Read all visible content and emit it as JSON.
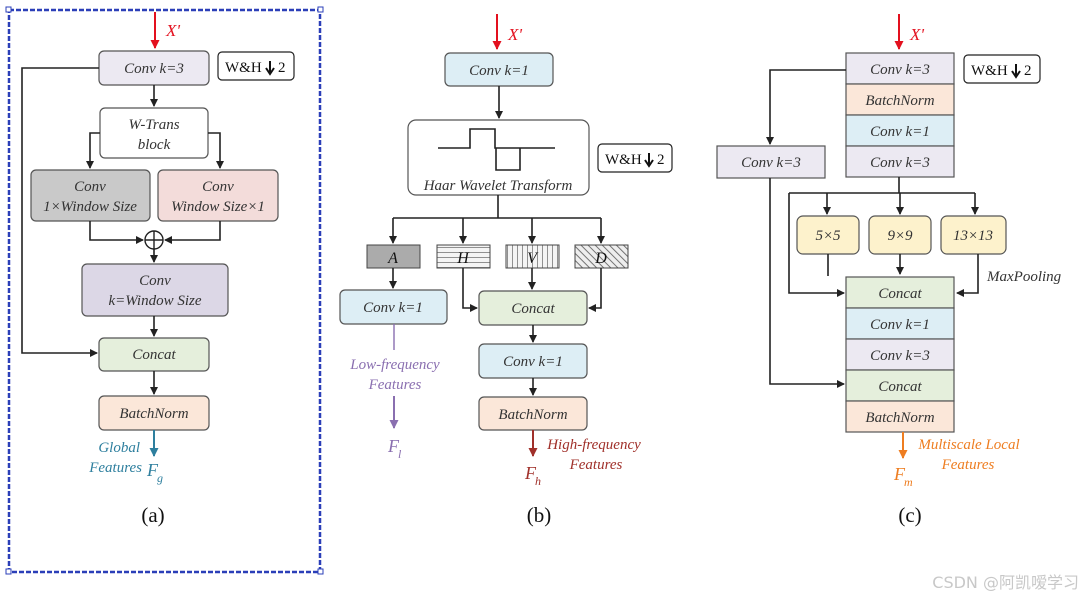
{
  "input_symbol": "X'",
  "downsample_label": "W&H",
  "downsample_factor": "2",
  "panel_a": {
    "caption": "(a)",
    "conv_k3": "Conv k=3",
    "wtrans_line1": "W-Trans",
    "wtrans_line2": "block",
    "conv_1xw_line1": "Conv",
    "conv_1xw_line2": "1×Window Size",
    "conv_wx1_line1": "Conv",
    "conv_wx1_line2": "Window Size×1",
    "conv_kw_line1": "Conv",
    "conv_kw_line2": "k=Window Size",
    "concat": "Concat",
    "batchnorm": "BatchNorm",
    "out_label_line1": "Global",
    "out_label_line2": "Features",
    "out_symbol": "F",
    "out_sub": "g"
  },
  "panel_b": {
    "caption": "(b)",
    "conv_k1_top": "Conv k=1",
    "haar": "Haar Wavelet Transform",
    "subbands": [
      "A",
      "H",
      "V",
      "D"
    ],
    "conv_k1_low": "Conv k=1",
    "concat": "Concat",
    "conv_k1_high": "Conv k=1",
    "batchnorm": "BatchNorm",
    "low_label_line1": "Low-frequency",
    "low_label_line2": "Features",
    "low_symbol": "F",
    "low_sub": "l",
    "high_label_line1": "High-frequency",
    "high_label_line2": "Features",
    "high_symbol": "F",
    "high_sub": "h"
  },
  "panel_c": {
    "caption": "(c)",
    "stack_top": [
      "Conv k=3",
      "BatchNorm",
      "Conv k=1",
      "Conv k=3"
    ],
    "side_conv": "Conv k=3",
    "pools": [
      "5×5",
      "9×9",
      "13×13"
    ],
    "maxpooling": "MaxPooling",
    "stack_bottom": [
      "Concat",
      "Conv k=1",
      "Conv k=3",
      "Concat",
      "BatchNorm"
    ],
    "out_label_line1": "Multiscale Local",
    "out_label_line2": "Features",
    "out_symbol": "F",
    "out_sub": "m"
  },
  "watermark": "CSDN @阿凯嗳学习",
  "colors": {
    "lavender": "#ECE9F2",
    "peach": "#FBE7D9",
    "lightblue": "#DDEEF5",
    "green": "#E5EFDC",
    "gray": "#C9C9C9",
    "pink": "#F3DCDA",
    "purple": "#DCD7E6",
    "yellow": "#FDF2CC",
    "red": "#E3101E",
    "teal": "#2E7F9E",
    "violet": "#8A6FB0",
    "darkred": "#A0302A",
    "orange": "#EE7D20",
    "frame": "#2B3FB8"
  }
}
